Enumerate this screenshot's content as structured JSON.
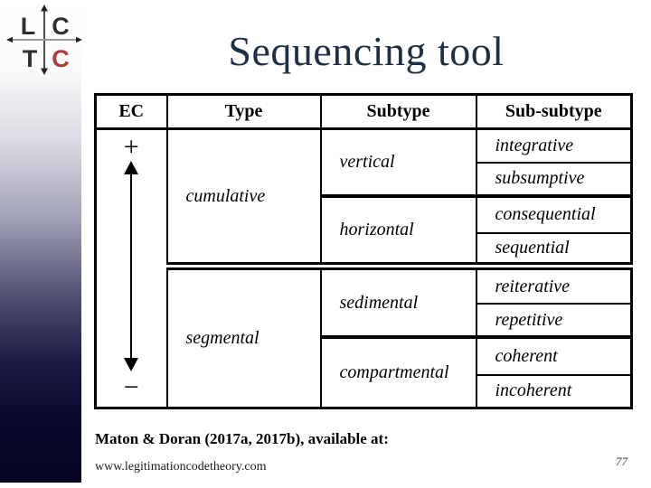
{
  "slide": {
    "title": "Sequencing tool",
    "page_number": "77"
  },
  "logo": {
    "top_left": "L",
    "top_right": "C",
    "bottom_left": "T",
    "bottom_right": "C",
    "letter_color": "#2f2f2f",
    "accent_color": "#b03a36"
  },
  "table": {
    "headers": [
      "EC",
      "Type",
      "Subtype",
      "Sub-subtype"
    ],
    "ec": {
      "plus": "+",
      "minus": "−"
    },
    "type": [
      "cumulative",
      "segmental"
    ],
    "subtype": [
      "vertical",
      "horizontal",
      "sedimental",
      "compartmental"
    ],
    "subsubtype": [
      "integrative",
      "subsumptive",
      "consequential",
      "sequential",
      "reiterative",
      "repetitive",
      "coherent",
      "incoherent"
    ]
  },
  "footer": {
    "credit": "Maton & Doran (2017a, 2017b), available at:",
    "link": "www.legitimationcodetheory.com"
  },
  "colors": {
    "title": "#1f3044",
    "sidebar_dark": "#06062a",
    "border": "#000000",
    "axis_gray": "#999999"
  }
}
